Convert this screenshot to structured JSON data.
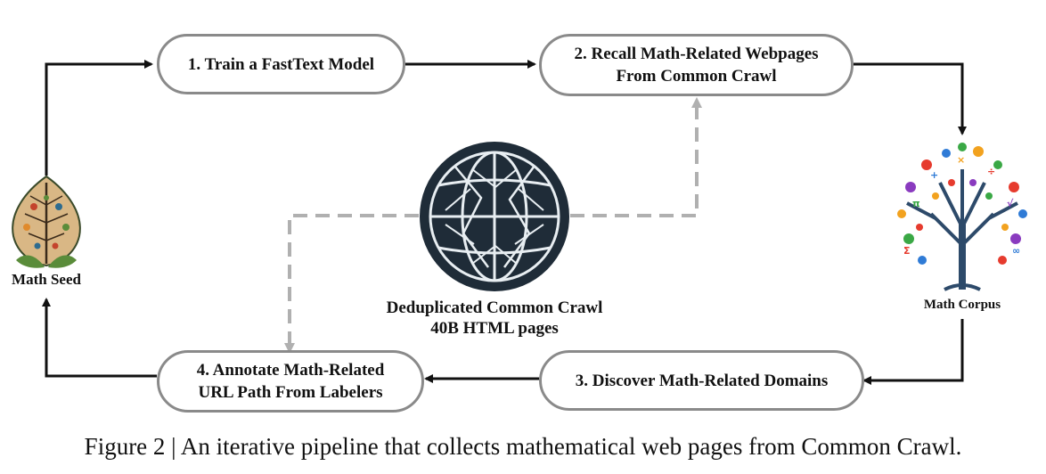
{
  "nodes": {
    "train": "1. Train a FastText Model",
    "recall_line1": "2. Recall Math-Related Webpages",
    "recall_line2": "From Common Crawl",
    "discover": "3. Discover Math-Related Domains",
    "annotate_line1": "4. Annotate Math-Related",
    "annotate_line2": "URL Path From Labelers"
  },
  "labels": {
    "math_seed": "Math Seed",
    "math_corpus": "Math Corpus",
    "common_crawl_line1": "Deduplicated Common Crawl",
    "common_crawl_line2": "40B HTML pages"
  },
  "caption": "Figure 2 | An iterative pipeline that collects mathematical web pages from Common Crawl.",
  "icons": [
    "leaf-seed-icon",
    "globe-icon",
    "math-tree-icon"
  ],
  "colors": {
    "solid_arrow": "#111111",
    "dashed_arrow": "#b0b0b0",
    "box_border": "#8a8a8a",
    "globe_fill": "#1f2c38"
  }
}
